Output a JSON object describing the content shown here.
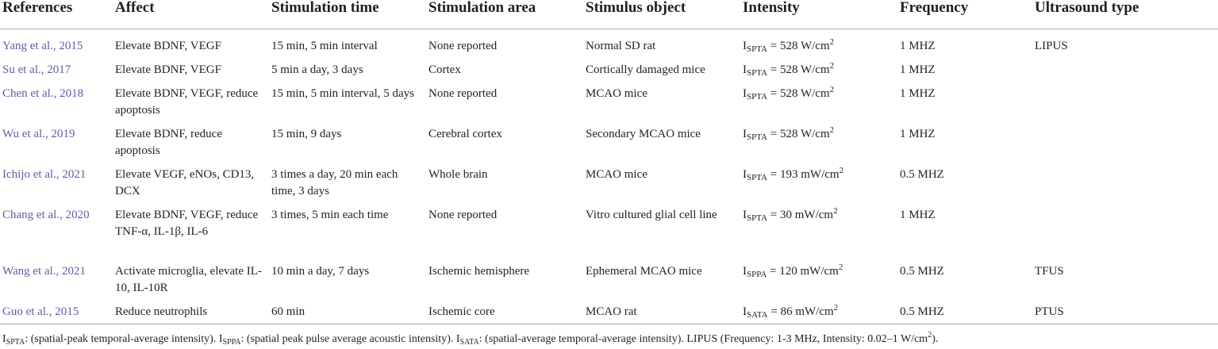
{
  "headers": [
    "References",
    "Affect",
    "Stimulation time",
    "Stimulation area",
    "Stimulus object",
    "Intensity",
    "Frequency",
    "Ultrasound type"
  ],
  "rows": [
    {
      "ref": "Yang et al., 2015",
      "affect": "Elevate BDNF, VEGF",
      "time": "15 min, 5 min interval",
      "area": "None reported",
      "object": "Normal SD rat",
      "int_pre": "I",
      "int_sub": "SPTA",
      "int_val": " = 528 W/cm",
      "int_sup": "2",
      "freq": "1 MHZ",
      "type": "LIPUS"
    },
    {
      "ref": "Su et al., 2017",
      "affect": "Elevate BDNF, VEGF",
      "time": "5 min a day, 3 days",
      "area": "Cortex",
      "object": "Cortically damaged mice",
      "int_pre": "I",
      "int_sub": "SPTA",
      "int_val": " = 528 W/cm",
      "int_sup": "2",
      "freq": "1 MHZ",
      "type": ""
    },
    {
      "ref": "Chen et al., 2018",
      "affect": "Elevate BDNF, VEGF, reduce apoptosis",
      "time": "15 min, 5 min interval, 5 days",
      "area": "None reported",
      "object": "MCAO mice",
      "int_pre": "I",
      "int_sub": "SPTA",
      "int_val": " = 528 W/cm",
      "int_sup": "2",
      "freq": "1 MHZ",
      "type": ""
    },
    {
      "ref": "Wu et al., 2019",
      "affect": "Elevate BDNF, reduce apoptosis",
      "time": "15 min, 9 days",
      "area": "Cerebral cortex",
      "object": "Secondary MCAO mice",
      "int_pre": "I",
      "int_sub": "SPTA",
      "int_val": " = 528 W/cm",
      "int_sup": "2",
      "freq": "1 MHZ",
      "type": ""
    },
    {
      "ref": "Ichijo et al., 2021",
      "affect": "Elevate VEGF, eNOs, CD13, DCX",
      "time": "3 times a day, 20 min each time, 3 days",
      "area": "Whole brain",
      "object": "MCAO mice",
      "int_pre": "I",
      "int_sub": "SPTA",
      "int_val": " = 193 mW/cm",
      "int_sup": "2",
      "freq": "0.5 MHZ",
      "type": ""
    },
    {
      "ref": "Chang et al., 2020",
      "affect": "Elevate BDNF, VEGF, reduce TNF-α, IL-1β, IL-6",
      "time": "3 times, 5 min each time",
      "area": "None reported",
      "object": "Vitro cultured glial cell line",
      "int_pre": "I",
      "int_sub": "SPTA",
      "int_val": " = 30 mW/cm",
      "int_sup": "2",
      "freq": "1 MHZ",
      "type": ""
    },
    {
      "ref": "Wang et al., 2021",
      "affect": "Activate microglia, elevate IL-10, IL-10R",
      "time": "10 min a day, 7 days",
      "area": "Ischemic hemisphere",
      "object": "Ephemeral MCAO mice",
      "int_pre": "I",
      "int_sub": "SPPA",
      "int_val": " = 120 mW/cm",
      "int_sup": "2",
      "freq": "0.5 MHZ",
      "type": "TFUS"
    },
    {
      "ref": "Guo et al., 2015",
      "affect": "Reduce neutrophils",
      "time": "60 min",
      "area": "Ischemic core",
      "object": "MCAO rat",
      "int_pre": "I",
      "int_sub": "SATA",
      "int_val": " = 86 mW/cm",
      "int_sup": "2",
      "freq": "0.5 MHZ",
      "type": "PTUS"
    }
  ],
  "footnote": {
    "a_pre": "I",
    "a_sub": "SPTA",
    "a_text": ": (spatial-peak temporal-average intensity). ",
    "b_pre": "I",
    "b_sub": "SPPA",
    "b_text": ": (spatial peak pulse average acoustic intensity). ",
    "c_pre": "I",
    "c_sub": "SATA",
    "c_text": ": (spatial-average temporal-average intensity). ",
    "d_text": "LIPUS (Frequency: 1-3 MHz, Intensity: 0.02–1 W/cm",
    "d_sup": "2",
    "d_end": ")."
  }
}
